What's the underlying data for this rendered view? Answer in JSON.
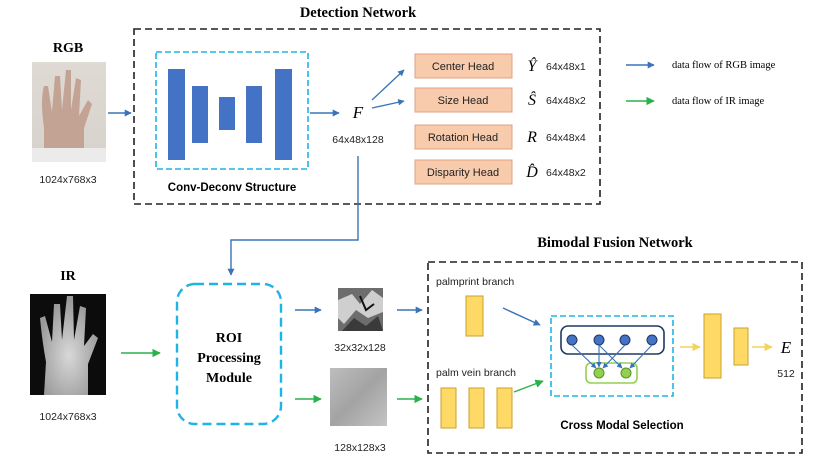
{
  "detection_network": {
    "title": "Detection Network",
    "rgb_label": "RGB",
    "rgb_size": "1024x768x3",
    "conv_label": "Conv-Deconv Structure",
    "feature_symbol": "F",
    "feature_size": "64x48x128",
    "heads": [
      {
        "name": "Center Head",
        "symbol": "Ŷ",
        "size": "64x48x1"
      },
      {
        "name": "Size Head",
        "symbol": "Ŝ",
        "size": "64x48x2"
      },
      {
        "name": "Rotation Head",
        "symbol": "R",
        "size": "64x48x4"
      },
      {
        "name": "Disparity Head",
        "symbol": "D̂",
        "size": "64x48x2"
      }
    ]
  },
  "legend": {
    "rgb_flow": "data flow of RGB image",
    "ir_flow": "data flow of IR image",
    "rgb_color": "#3a73b8",
    "ir_color": "#2ab24a"
  },
  "roi": {
    "ir_label": "IR",
    "ir_size": "1024x768x3",
    "module_lines": [
      "ROI",
      "Processing",
      "Module"
    ],
    "palmprint_size": "32x32x128",
    "palmvein_size": "128x128x3"
  },
  "fusion": {
    "title": "Bimodal Fusion Network",
    "palmprint_branch": "palmprint branch",
    "palmvein_branch": "palm vein branch",
    "cms_label": "Cross Modal Selection",
    "output_symbol": "E",
    "output_size": "512"
  },
  "colors": {
    "conv_bar": "#4472c4",
    "head_fill": "#f8cbad",
    "head_stroke": "#e0a080",
    "branch_fill": "#ffd966",
    "branch_stroke": "#c9a227",
    "cyan": "#1fb3e8",
    "node_blue": "#4472c4",
    "node_green": "#92d050",
    "output_arrow": "#f4d35e"
  }
}
